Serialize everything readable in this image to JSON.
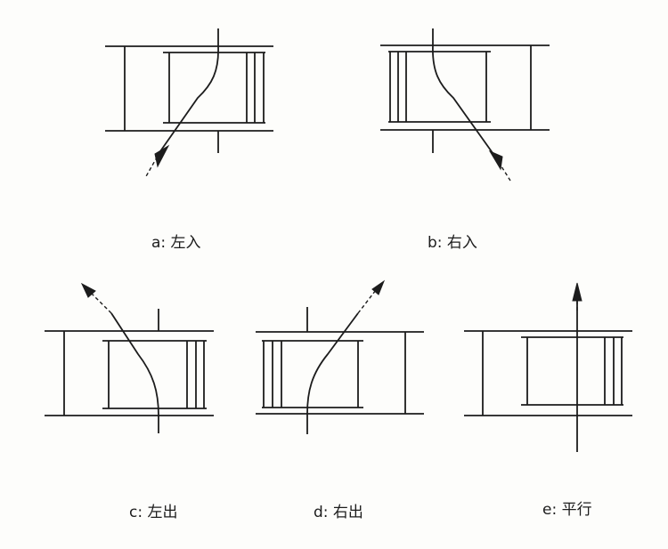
{
  "diagrams": [
    {
      "id": "a",
      "caption": "a: 左入"
    },
    {
      "id": "b",
      "caption": "b: 右入"
    },
    {
      "id": "c",
      "caption": "c: 左出"
    },
    {
      "id": "d",
      "caption": "d: 右出"
    },
    {
      "id": "e",
      "caption": "e: 平行"
    }
  ]
}
